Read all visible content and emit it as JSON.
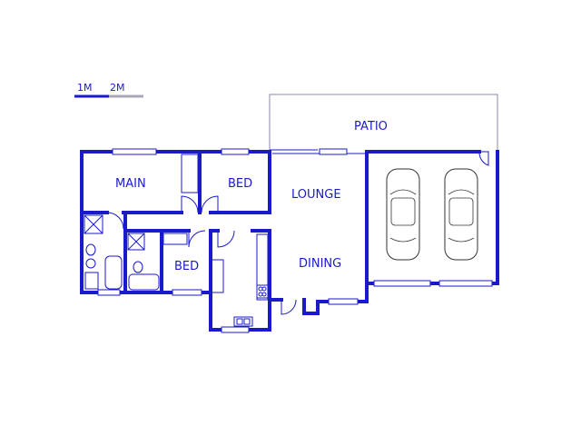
{
  "scale_bar": {
    "label_1": "1M",
    "label_2": "2M"
  },
  "rooms": {
    "patio": "PATIO",
    "main": "MAIN",
    "bed_1": "BED",
    "lounge": "LOUNGE",
    "dining": "DINING",
    "bed_2": "BED"
  },
  "colors": {
    "walls": "#1a1acc",
    "outline": "#8a8aa8",
    "cars": "#333333"
  }
}
